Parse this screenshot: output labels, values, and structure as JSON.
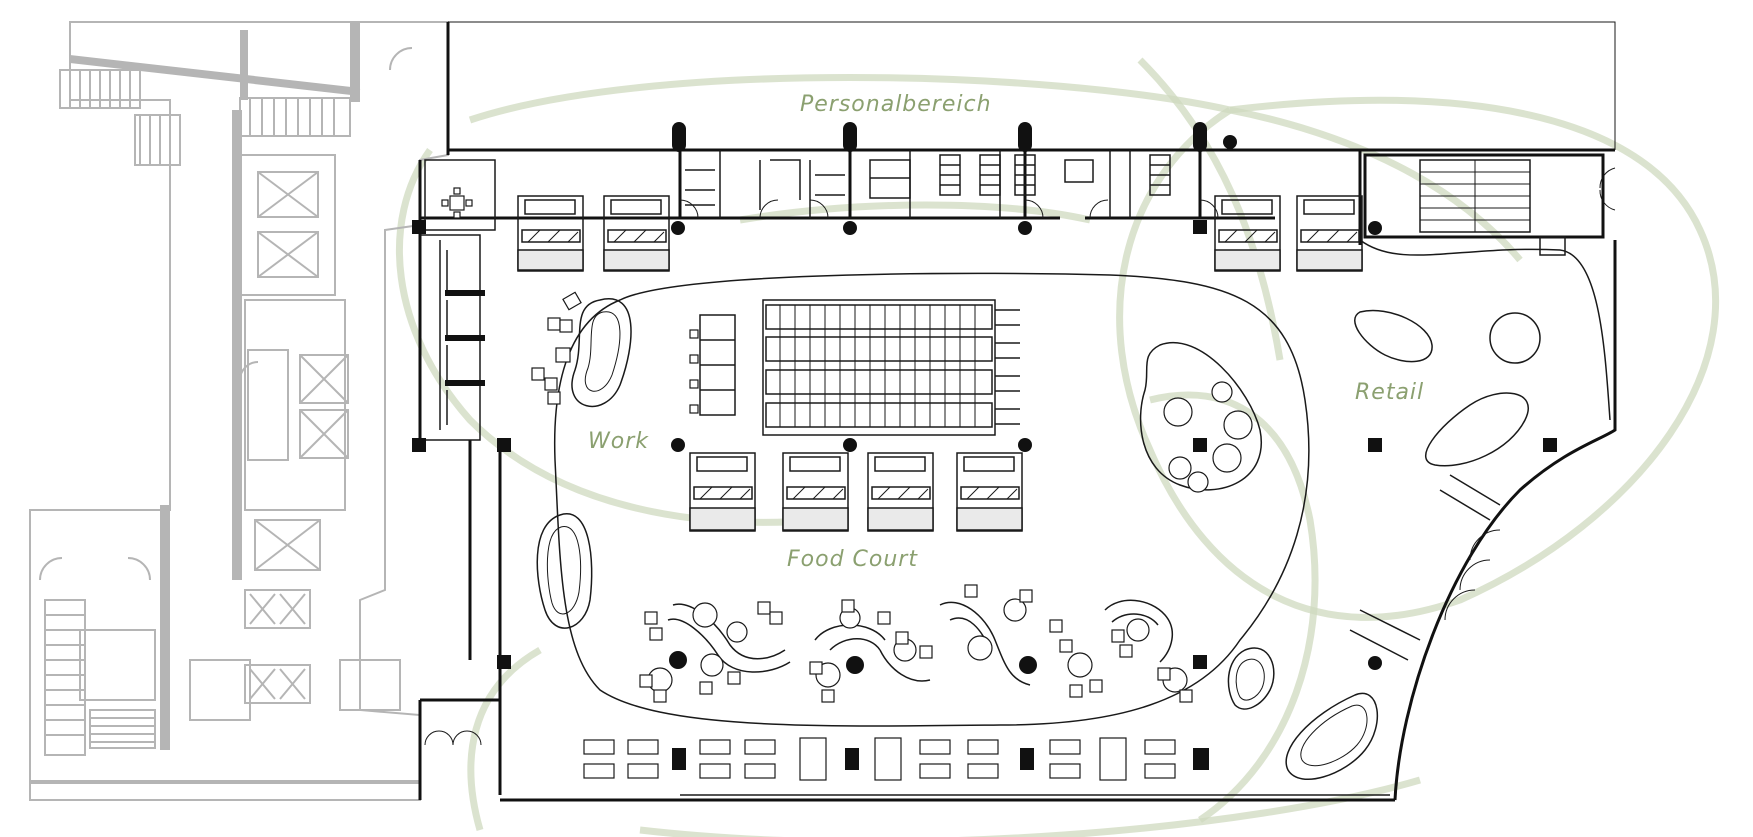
{
  "zones": {
    "personal": "Personalbereich",
    "work": "Work",
    "retail": "Retail",
    "food_court": "Food Court"
  },
  "colors": {
    "label": "#8ba070",
    "swirl": "#cfd9bf",
    "walls": "#111111",
    "neighbor_building": "#b5b5b5"
  }
}
